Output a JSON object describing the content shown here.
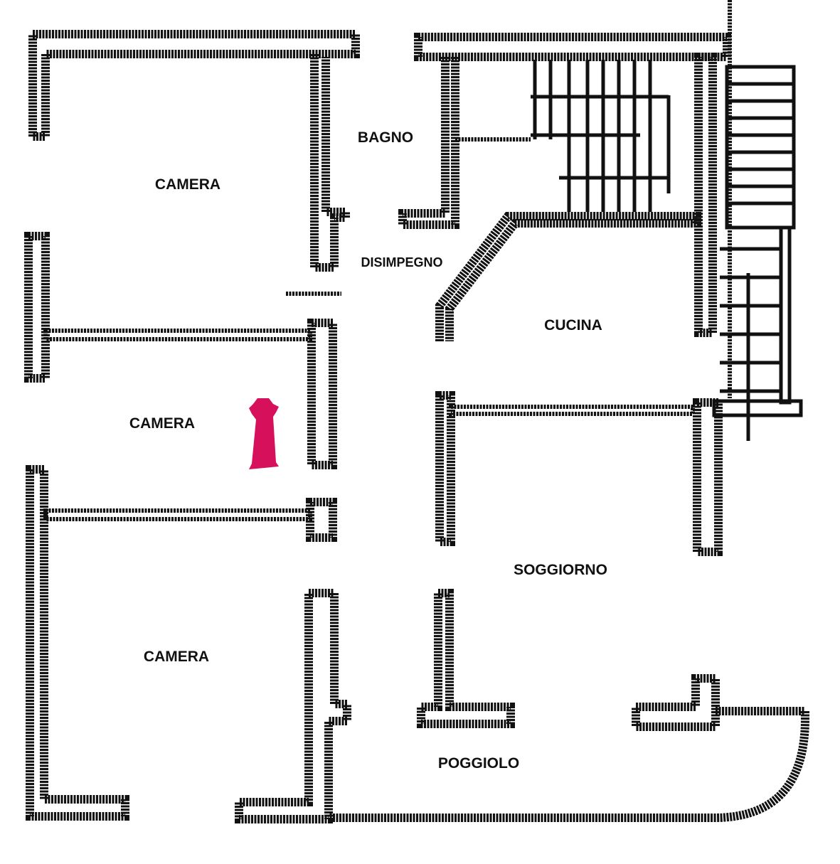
{
  "rooms": {
    "bagno": "BAGNO",
    "camera_top": "CAMERA",
    "disimpegno": "DISIMPEGNO",
    "cucina": "CUCINA",
    "camera_middle": "CAMERA",
    "soggiorno": "SOGGIORNO",
    "camera_bottom": "CAMERA",
    "poggiolo": "POGGIOLO"
  },
  "colors": {
    "wall": "#111111",
    "background": "#ffffff",
    "logo": "#d6105a"
  },
  "icons": {
    "logo": "watermark-logo-icon"
  }
}
